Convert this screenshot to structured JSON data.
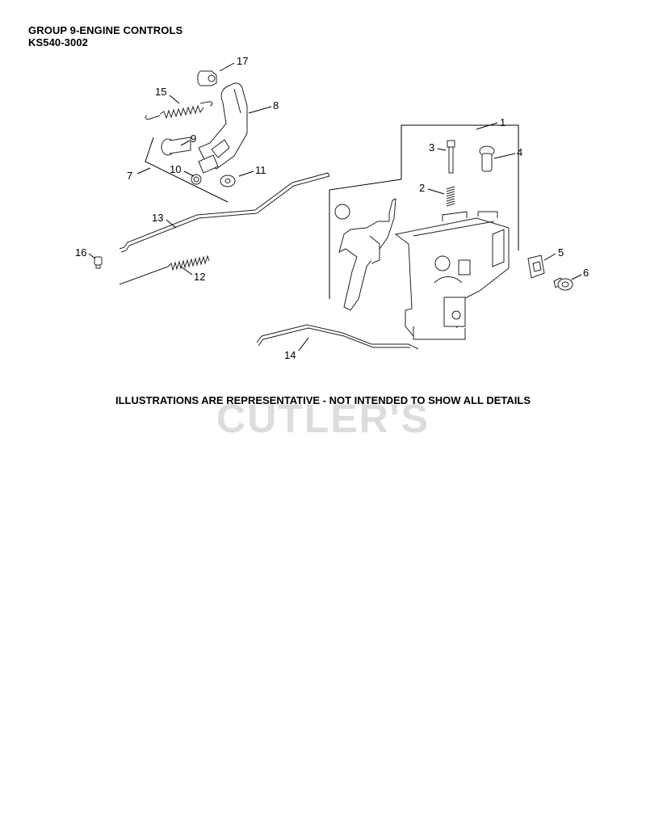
{
  "header": {
    "group_title": "GROUP 9-ENGINE CONTROLS",
    "model_code": "KS540-3002"
  },
  "callouts": [
    "17",
    "15",
    "8",
    "9",
    "7",
    "10",
    "11",
    "1",
    "3",
    "4",
    "2",
    "13",
    "16",
    "12",
    "5",
    "6",
    "14"
  ],
  "footer": {
    "disclaimer": "ILLUSTRATIONS ARE REPRESENTATIVE - NOT INTENDED TO SHOW ALL DETAILS",
    "watermark": "CUTLER'S"
  }
}
